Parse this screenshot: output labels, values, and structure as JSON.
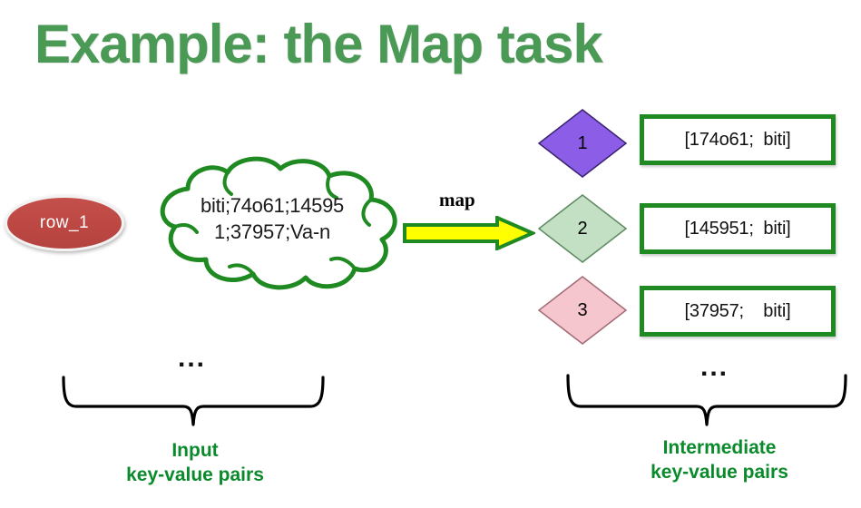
{
  "slide": {
    "title": "Example: the Map task",
    "title_color": "#4A9A55"
  },
  "input": {
    "oval_label": "row_1",
    "oval_color": "#BC4742",
    "cloud_border_color": "#1F8A21",
    "cloud_line_1": "biti;74o61;14595",
    "cloud_line_2": "1;37957;Va-n",
    "dots": "...",
    "caption_line_1": "Input",
    "caption_line_2": "key-value pairs"
  },
  "operation": {
    "label": "map",
    "arrow_fill": "#FFFF00",
    "arrow_stroke": "#1F8A21"
  },
  "output": {
    "keys": [
      {
        "label": "1",
        "color": "#8C5EE8"
      },
      {
        "label": "2",
        "color": "#C3E0C5"
      },
      {
        "label": "3",
        "color": "#F5C6CE"
      }
    ],
    "pairs": [
      {
        "text": "[174o61;  biti]"
      },
      {
        "text": "[145951;  biti]"
      },
      {
        "text": "[37957;    biti]"
      }
    ],
    "box_border_color": "#1F8A21",
    "dots": "...",
    "caption_line_1": "Intermediate",
    "caption_line_2": "key-value pairs"
  }
}
